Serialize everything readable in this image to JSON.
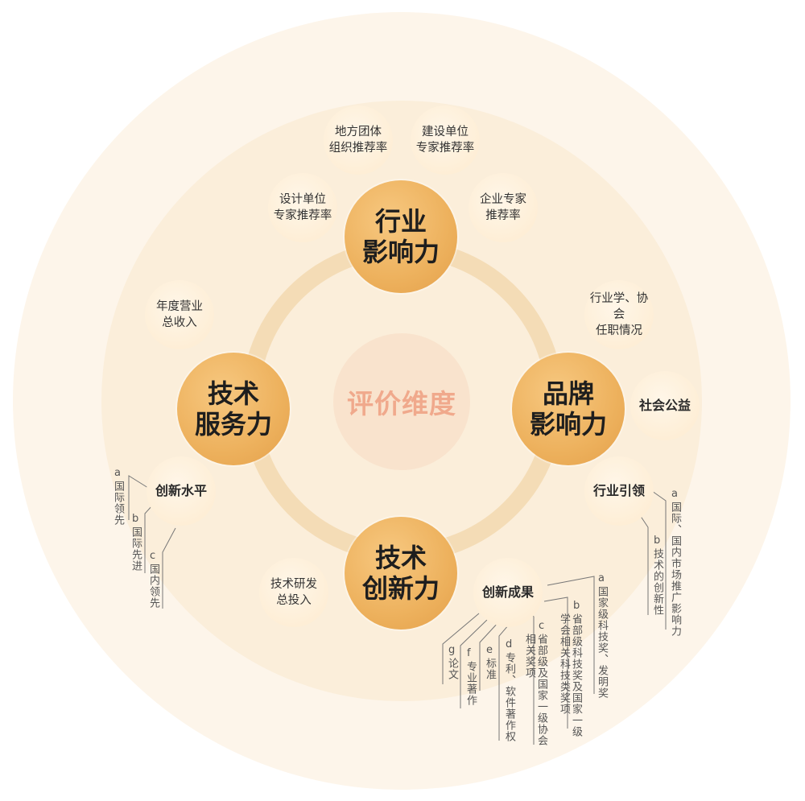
{
  "center": {
    "label": "评价维度"
  },
  "dimensions": {
    "industry": "行业\n影响力",
    "brand": "品牌\n影响力",
    "innovation": "技术\n创新力",
    "service": "技术\n服务力"
  },
  "industry_indicators": {
    "local_org": "地方团体\n组织推荐率",
    "builder": "建设单位\n专家推荐率",
    "designer": "设计单位\n专家推荐率",
    "enterprise": "企业专家\n推荐率"
  },
  "brand_indicators": {
    "association": "行业学、协会\n任职情况",
    "welfare": "社会公益",
    "leadership": "行业引领"
  },
  "leadership_sub": {
    "a_letter": "a",
    "a_text": "国际、国内市场推广影响力",
    "b_letter": "b",
    "b_text": "技术的创新性"
  },
  "innovation_indicators": {
    "rnd": "技术研发\n总投入",
    "achievements": "创新成果"
  },
  "achievements_sub": {
    "a_letter": "a",
    "a_text": "国家级科技奖、发明奖",
    "b_letter": "b",
    "b_text": "省部级科技奖及国家一级学会相关科技类奖项",
    "c_letter": "c",
    "c_text": "省部级及国家一级协会相关奖项",
    "d_letter": "d",
    "d_text": "专利、软件著作权",
    "e_letter": "e",
    "e_text": "标准",
    "f_letter": "f",
    "f_text": "专业著作",
    "g_letter": "g",
    "g_text": "论文"
  },
  "service_indicators": {
    "revenue": "年度营业\n总收入",
    "innovation_level": "创新水平"
  },
  "innovation_level_sub": {
    "a_letter": "a",
    "a_text": "国际领先",
    "b_letter": "b",
    "b_text": "国际先进",
    "c_letter": "c",
    "c_text": "国内领先"
  }
}
